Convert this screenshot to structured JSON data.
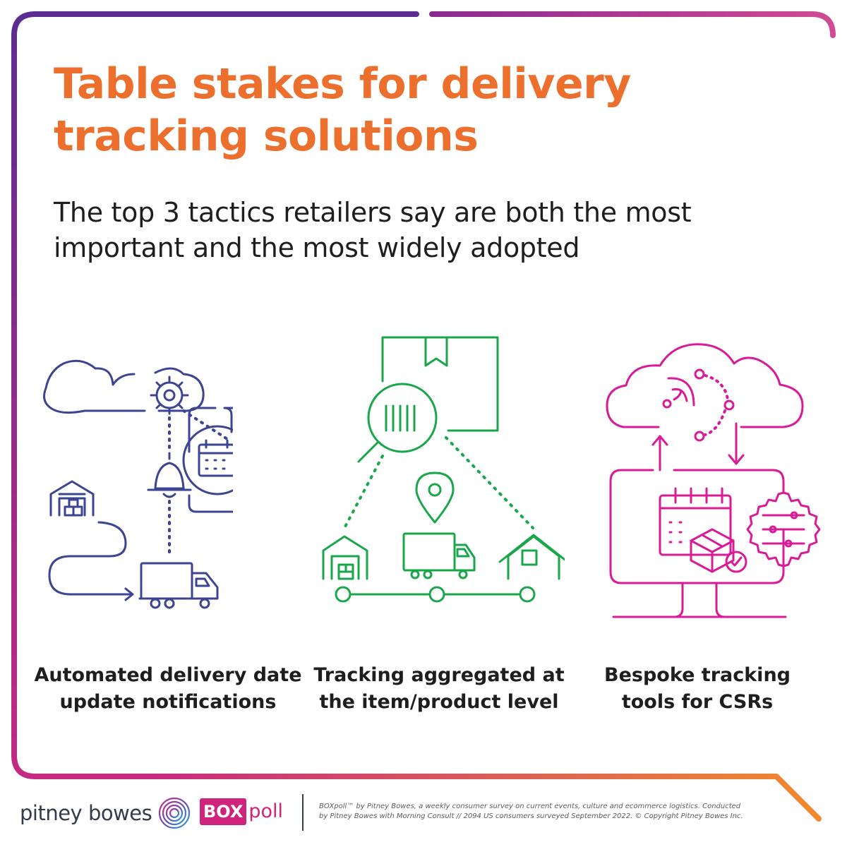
{
  "title": {
    "line1": "Table stakes for delivery",
    "line2": "tracking solutions"
  },
  "subtitle": {
    "line1": "The top 3 tactics retailers say are both the most",
    "line2": "important and the most widely adopted"
  },
  "tactics": [
    {
      "line1": "Automated delivery date",
      "line2": "update notifications",
      "color": "#3d4492"
    },
    {
      "line1": "Tracking aggregated at",
      "line2": "the item/product level",
      "color": "#1aa64b"
    },
    {
      "line1": "Bespoke tracking",
      "line2": "tools for CSRs",
      "color": "#d81b96"
    }
  ],
  "footer": {
    "brand": "pitney bowes",
    "badge_box": "BOX",
    "badge_poll": "poll",
    "disclaimer_line1": "BOXpoll™ by Pitney Bowes, a weekly consumer survey on current events, culture and ecommerce logistics. Conducted",
    "disclaimer_line2": "by Pitney Bowes with Morning Consult  // 2094 US consumers surveyed September 2022. © Copyright Pitney Bowes Inc."
  },
  "colors": {
    "title": "#ec6f2d",
    "frame_gradient": [
      "#5a2d91",
      "#c42a82",
      "#f39a2a"
    ]
  }
}
